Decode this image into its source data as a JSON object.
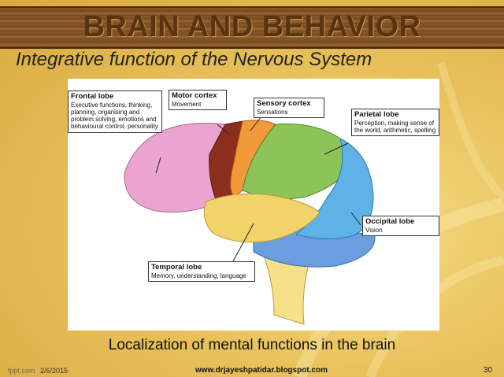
{
  "header": {
    "title": "BRAIN AND BEHAVIOR"
  },
  "subtitle": "Integrative function of the Nervous System",
  "labels": [
    {
      "title": "Frontal lobe",
      "desc": "Executive functions, thinking, planning, organising and problem solving, emotions and behavioural control, personality"
    },
    {
      "title": "Motor cortex",
      "desc": "Movement"
    },
    {
      "title": "Sensory cortex",
      "desc": "Sensations"
    },
    {
      "title": "Parietal lobe",
      "desc": "Perception, making sense of the world, arithmetic, spelling"
    },
    {
      "title": "Occipital lobe",
      "desc": "Vision"
    },
    {
      "title": "Temporal lobe",
      "desc": "Memory, understanding, language"
    }
  ],
  "caption": "Localization of mental functions in the brain",
  "footer": {
    "logo": "fppt.com",
    "date": "2/6/2015",
    "url": "www.drjayeshpatidar.blogspot.com",
    "page": "30"
  },
  "colors": {
    "frontal": "#eba4cf",
    "motor": "#8c2e1e",
    "sensory": "#f29a3a",
    "parietal": "#8cc45a",
    "occipital": "#5fb2e6",
    "temporal": "#f2d36a",
    "cerebellum": "#6a9ee0",
    "brainstem": "#f6e08a"
  }
}
